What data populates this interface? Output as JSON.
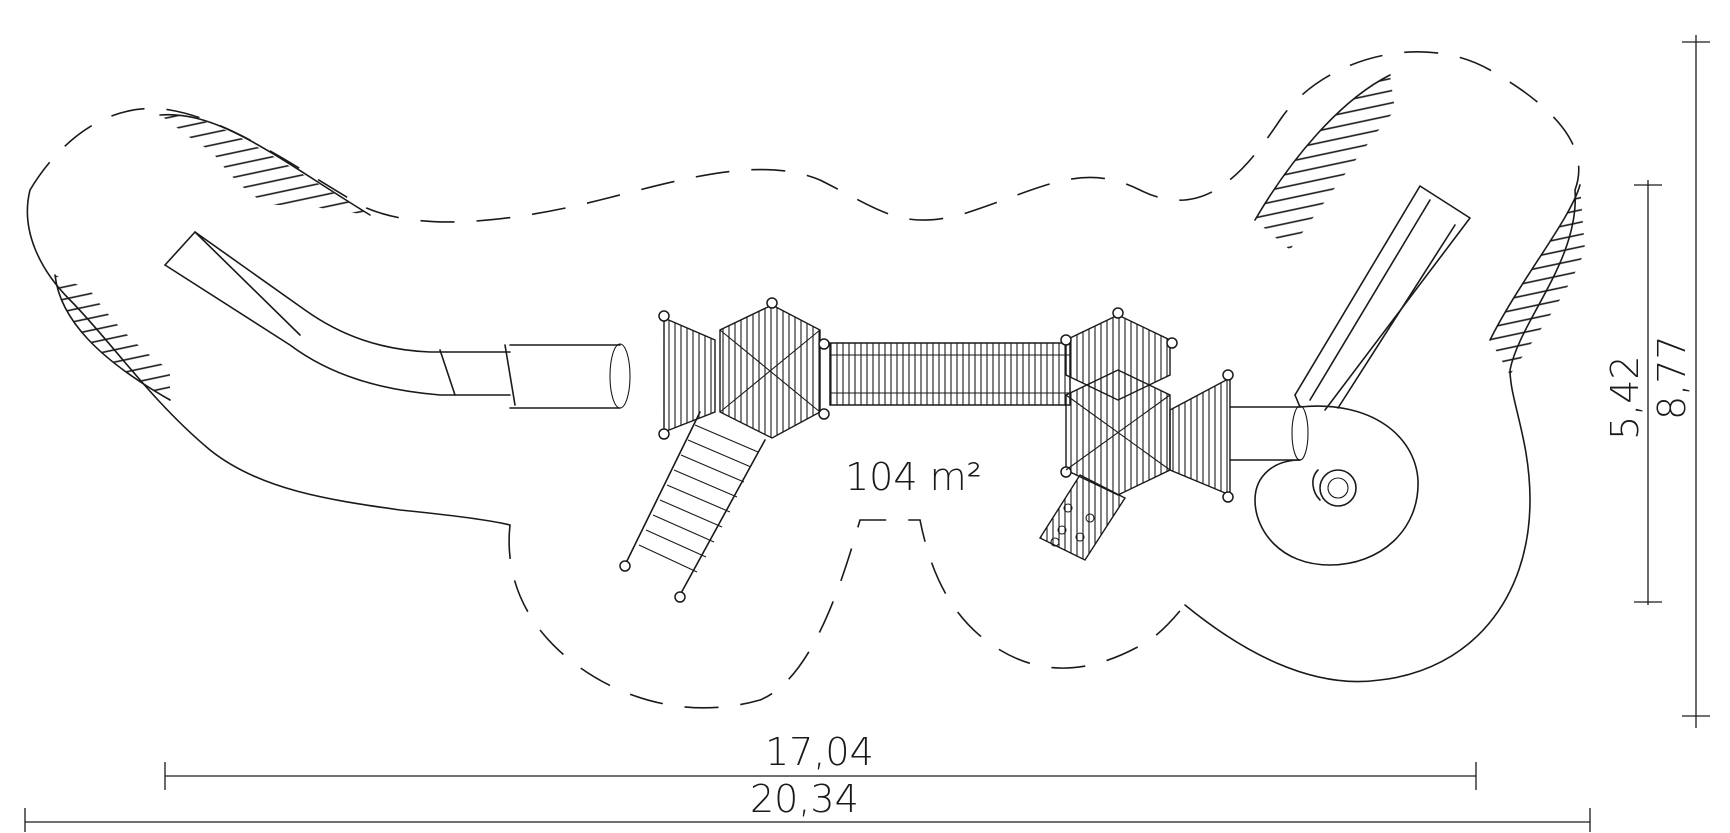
{
  "diagram": {
    "area_label": "104 m²",
    "dimensions": {
      "inner_width": "17,04",
      "outer_width": "20,34",
      "inner_height": "5,42",
      "outer_height": "8,77"
    }
  }
}
